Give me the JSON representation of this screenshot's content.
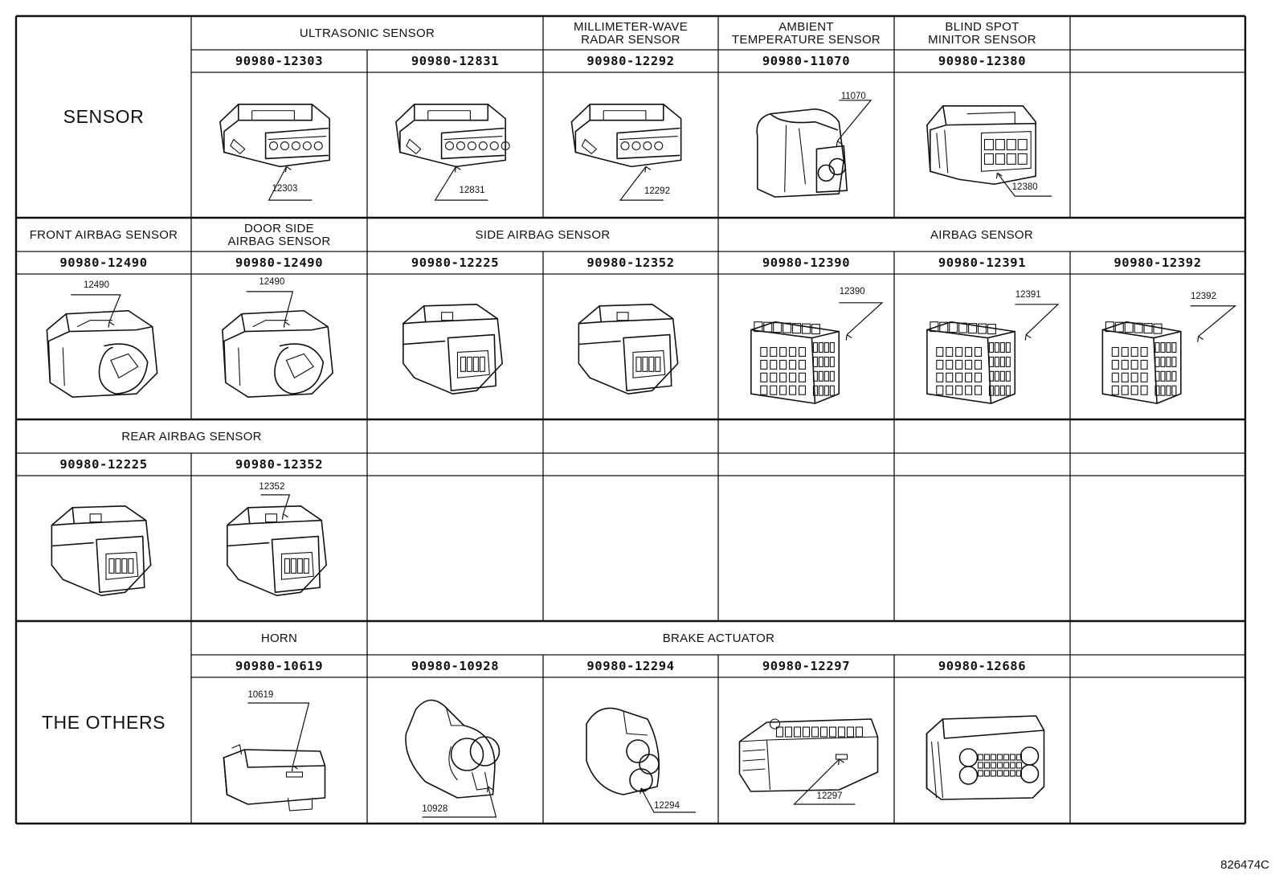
{
  "rows": [
    {
      "category": "SENSOR",
      "groups": [
        {
          "title": "ULTRASONIC SENSOR",
          "span": 2
        },
        {
          "title": "MILLIMETER-WAVE\nRADAR SENSOR",
          "span": 1
        },
        {
          "title": "AMBIENT\nTEMPERATURE SENSOR",
          "span": 1
        },
        {
          "title": "BLIND SPOT\nMINITOR SENSOR",
          "span": 1
        },
        {
          "title": "",
          "span": 1
        }
      ],
      "parts": [
        {
          "number": "90980-12303",
          "label": "12303"
        },
        {
          "number": "90980-12831",
          "label": "12831"
        },
        {
          "number": "90980-12292",
          "label": "12292"
        },
        {
          "number": "90980-11070",
          "label": "11070"
        },
        {
          "number": "90980-12380",
          "label": "12380"
        },
        {
          "number": "",
          "label": ""
        }
      ]
    },
    {
      "category": "",
      "groups": [
        {
          "title": "FRONT AIRBAG SENSOR",
          "span": 1
        },
        {
          "title": "DOOR SIDE\nAIRBAG SENSOR",
          "span": 1
        },
        {
          "title": "SIDE AIRBAG SENSOR",
          "span": 2
        },
        {
          "title": "AIRBAG SENSOR",
          "span": 3
        }
      ],
      "parts": [
        {
          "number": "90980-12490",
          "label": "12490"
        },
        {
          "number": "90980-12490",
          "label": "12490"
        },
        {
          "number": "90980-12225",
          "label": ""
        },
        {
          "number": "90980-12352",
          "label": ""
        },
        {
          "number": "90980-12390",
          "label": "12390"
        },
        {
          "number": "90980-12391",
          "label": "12391"
        },
        {
          "number": "90980-12392",
          "label": "12392"
        }
      ]
    },
    {
      "category": "",
      "groups": [
        {
          "title": "REAR AIRBAG SENSOR",
          "span": 2
        },
        {
          "title": "",
          "span": 1
        },
        {
          "title": "",
          "span": 1
        },
        {
          "title": "",
          "span": 1
        },
        {
          "title": "",
          "span": 1
        },
        {
          "title": "",
          "span": 1
        }
      ],
      "parts": [
        {
          "number": "90980-12225",
          "label": ""
        },
        {
          "number": "90980-12352",
          "label": "12352"
        },
        {
          "number": "",
          "label": ""
        },
        {
          "number": "",
          "label": ""
        },
        {
          "number": "",
          "label": ""
        },
        {
          "number": "",
          "label": ""
        },
        {
          "number": "",
          "label": ""
        }
      ]
    },
    {
      "category": "THE OTHERS",
      "groups": [
        {
          "title": "HORN",
          "span": 1
        },
        {
          "title": "BRAKE ACTUATOR",
          "span": 4
        },
        {
          "title": "",
          "span": 1
        }
      ],
      "parts": [
        {
          "number": "90980-10619",
          "label": "10619"
        },
        {
          "number": "90980-10928",
          "label": "10928"
        },
        {
          "number": "90980-12294",
          "label": "12294"
        },
        {
          "number": "90980-12297",
          "label": "12297"
        },
        {
          "number": "90980-12686",
          "label": ""
        },
        {
          "number": "",
          "label": ""
        }
      ]
    }
  ],
  "drawing_code": "826474C"
}
